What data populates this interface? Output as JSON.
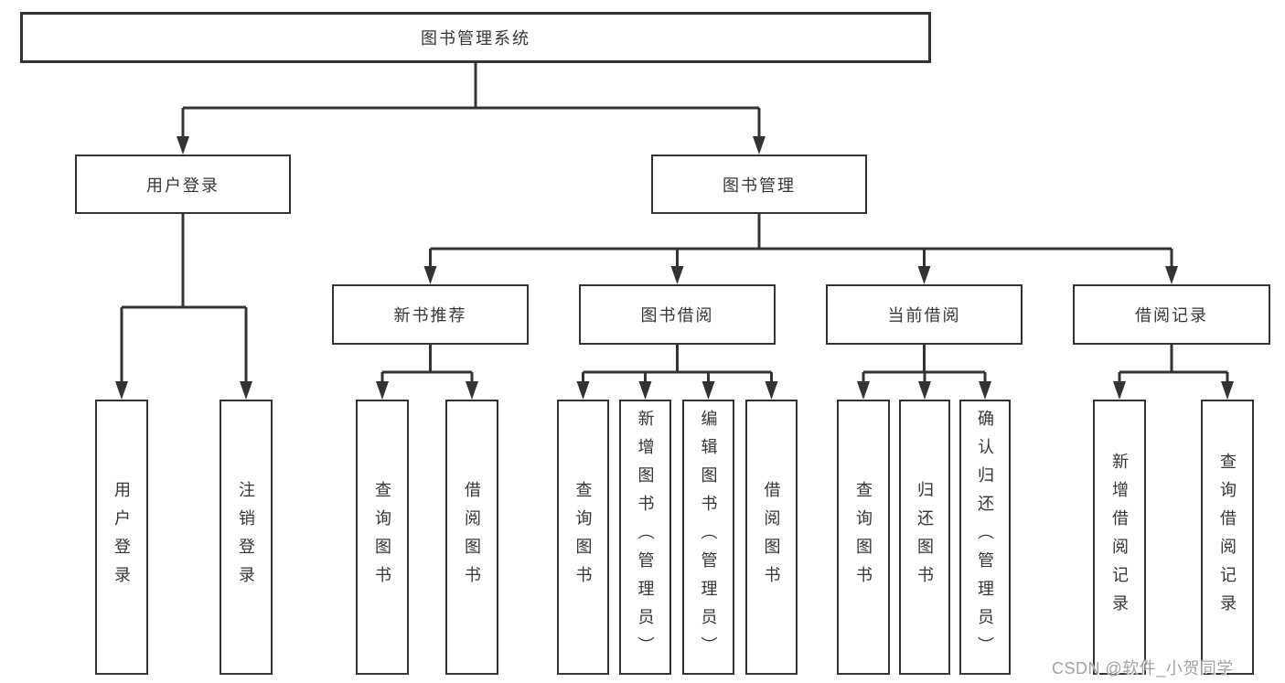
{
  "colors": {
    "line": "#333333",
    "text": "#363636",
    "watermark": "#a3a3a3",
    "background": "#ffffff"
  },
  "tree": {
    "label": "图书管理系统",
    "children": [
      {
        "label": "用户登录",
        "children": [
          {
            "label": "用户登录"
          },
          {
            "label": "注销登录"
          }
        ]
      },
      {
        "label": "图书管理",
        "children": [
          {
            "label": "新书推荐",
            "children": [
              {
                "label": "查询图书"
              },
              {
                "label": "借阅图书"
              }
            ]
          },
          {
            "label": "图书借阅",
            "children": [
              {
                "label": "查询图书"
              },
              {
                "label": "新增图书（管理员）"
              },
              {
                "label": "编辑图书（管理员）"
              },
              {
                "label": "借阅图书"
              }
            ]
          },
          {
            "label": "当前借阅",
            "children": [
              {
                "label": "查询图书"
              },
              {
                "label": "归还图书"
              },
              {
                "label": "确认归还（管理员）"
              }
            ]
          },
          {
            "label": "借阅记录",
            "children": [
              {
                "label": "新增借阅记录"
              },
              {
                "label": "查询借阅记录"
              }
            ]
          }
        ]
      }
    ]
  },
  "watermark": "CSDN @软件_小贺同学"
}
